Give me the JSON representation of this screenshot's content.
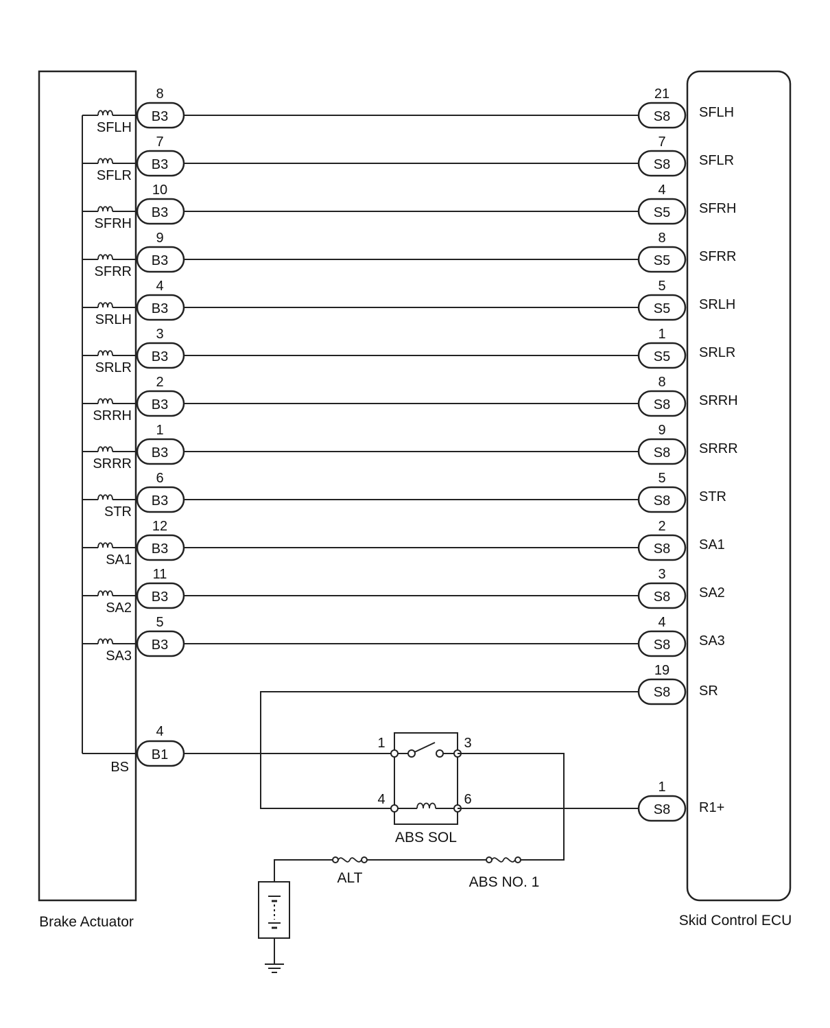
{
  "components": {
    "actuator": "Brake Actuator",
    "ecu": "Skid Control ECU",
    "relay": "ABS SOL",
    "fuse_alt": "ALT",
    "fuse_abs": "ABS NO. 1"
  },
  "solenoid_rows": [
    {
      "actuator_label": "SFLH",
      "actuator_pin": "8",
      "actuator_conn": "B3",
      "ecu_pin": "21",
      "ecu_conn": "S8",
      "ecu_label": "SFLH"
    },
    {
      "actuator_label": "SFLR",
      "actuator_pin": "7",
      "actuator_conn": "B3",
      "ecu_pin": "7",
      "ecu_conn": "S8",
      "ecu_label": "SFLR"
    },
    {
      "actuator_label": "SFRH",
      "actuator_pin": "10",
      "actuator_conn": "B3",
      "ecu_pin": "4",
      "ecu_conn": "S5",
      "ecu_label": "SFRH"
    },
    {
      "actuator_label": "SFRR",
      "actuator_pin": "9",
      "actuator_conn": "B3",
      "ecu_pin": "8",
      "ecu_conn": "S5",
      "ecu_label": "SFRR"
    },
    {
      "actuator_label": "SRLH",
      "actuator_pin": "4",
      "actuator_conn": "B3",
      "ecu_pin": "5",
      "ecu_conn": "S5",
      "ecu_label": "SRLH"
    },
    {
      "actuator_label": "SRLR",
      "actuator_pin": "3",
      "actuator_conn": "B3",
      "ecu_pin": "1",
      "ecu_conn": "S5",
      "ecu_label": "SRLR"
    },
    {
      "actuator_label": "SRRH",
      "actuator_pin": "2",
      "actuator_conn": "B3",
      "ecu_pin": "8",
      "ecu_conn": "S8",
      "ecu_label": "SRRH"
    },
    {
      "actuator_label": "SRRR",
      "actuator_pin": "1",
      "actuator_conn": "B3",
      "ecu_pin": "9",
      "ecu_conn": "S8",
      "ecu_label": "SRRR"
    },
    {
      "actuator_label": "STR",
      "actuator_pin": "6",
      "actuator_conn": "B3",
      "ecu_pin": "5",
      "ecu_conn": "S8",
      "ecu_label": "STR"
    },
    {
      "actuator_label": "SA1",
      "actuator_pin": "12",
      "actuator_conn": "B3",
      "ecu_pin": "2",
      "ecu_conn": "S8",
      "ecu_label": "SA1"
    },
    {
      "actuator_label": "SA2",
      "actuator_pin": "11",
      "actuator_conn": "B3",
      "ecu_pin": "3",
      "ecu_conn": "S8",
      "ecu_label": "SA2"
    },
    {
      "actuator_label": "SA3",
      "actuator_pin": "5",
      "actuator_conn": "B3",
      "ecu_pin": "4",
      "ecu_conn": "S8",
      "ecu_label": "SA3"
    }
  ],
  "sr": {
    "ecu_pin": "19",
    "ecu_conn": "S8",
    "ecu_label": "SR"
  },
  "bs": {
    "actuator_pin": "4",
    "actuator_conn": "B1",
    "actuator_label": "BS"
  },
  "r1": {
    "ecu_pin": "1",
    "ecu_conn": "S8",
    "ecu_label": "R1+"
  },
  "relay_pins": {
    "p1": "1",
    "p3": "3",
    "p4": "4",
    "p6": "6"
  }
}
